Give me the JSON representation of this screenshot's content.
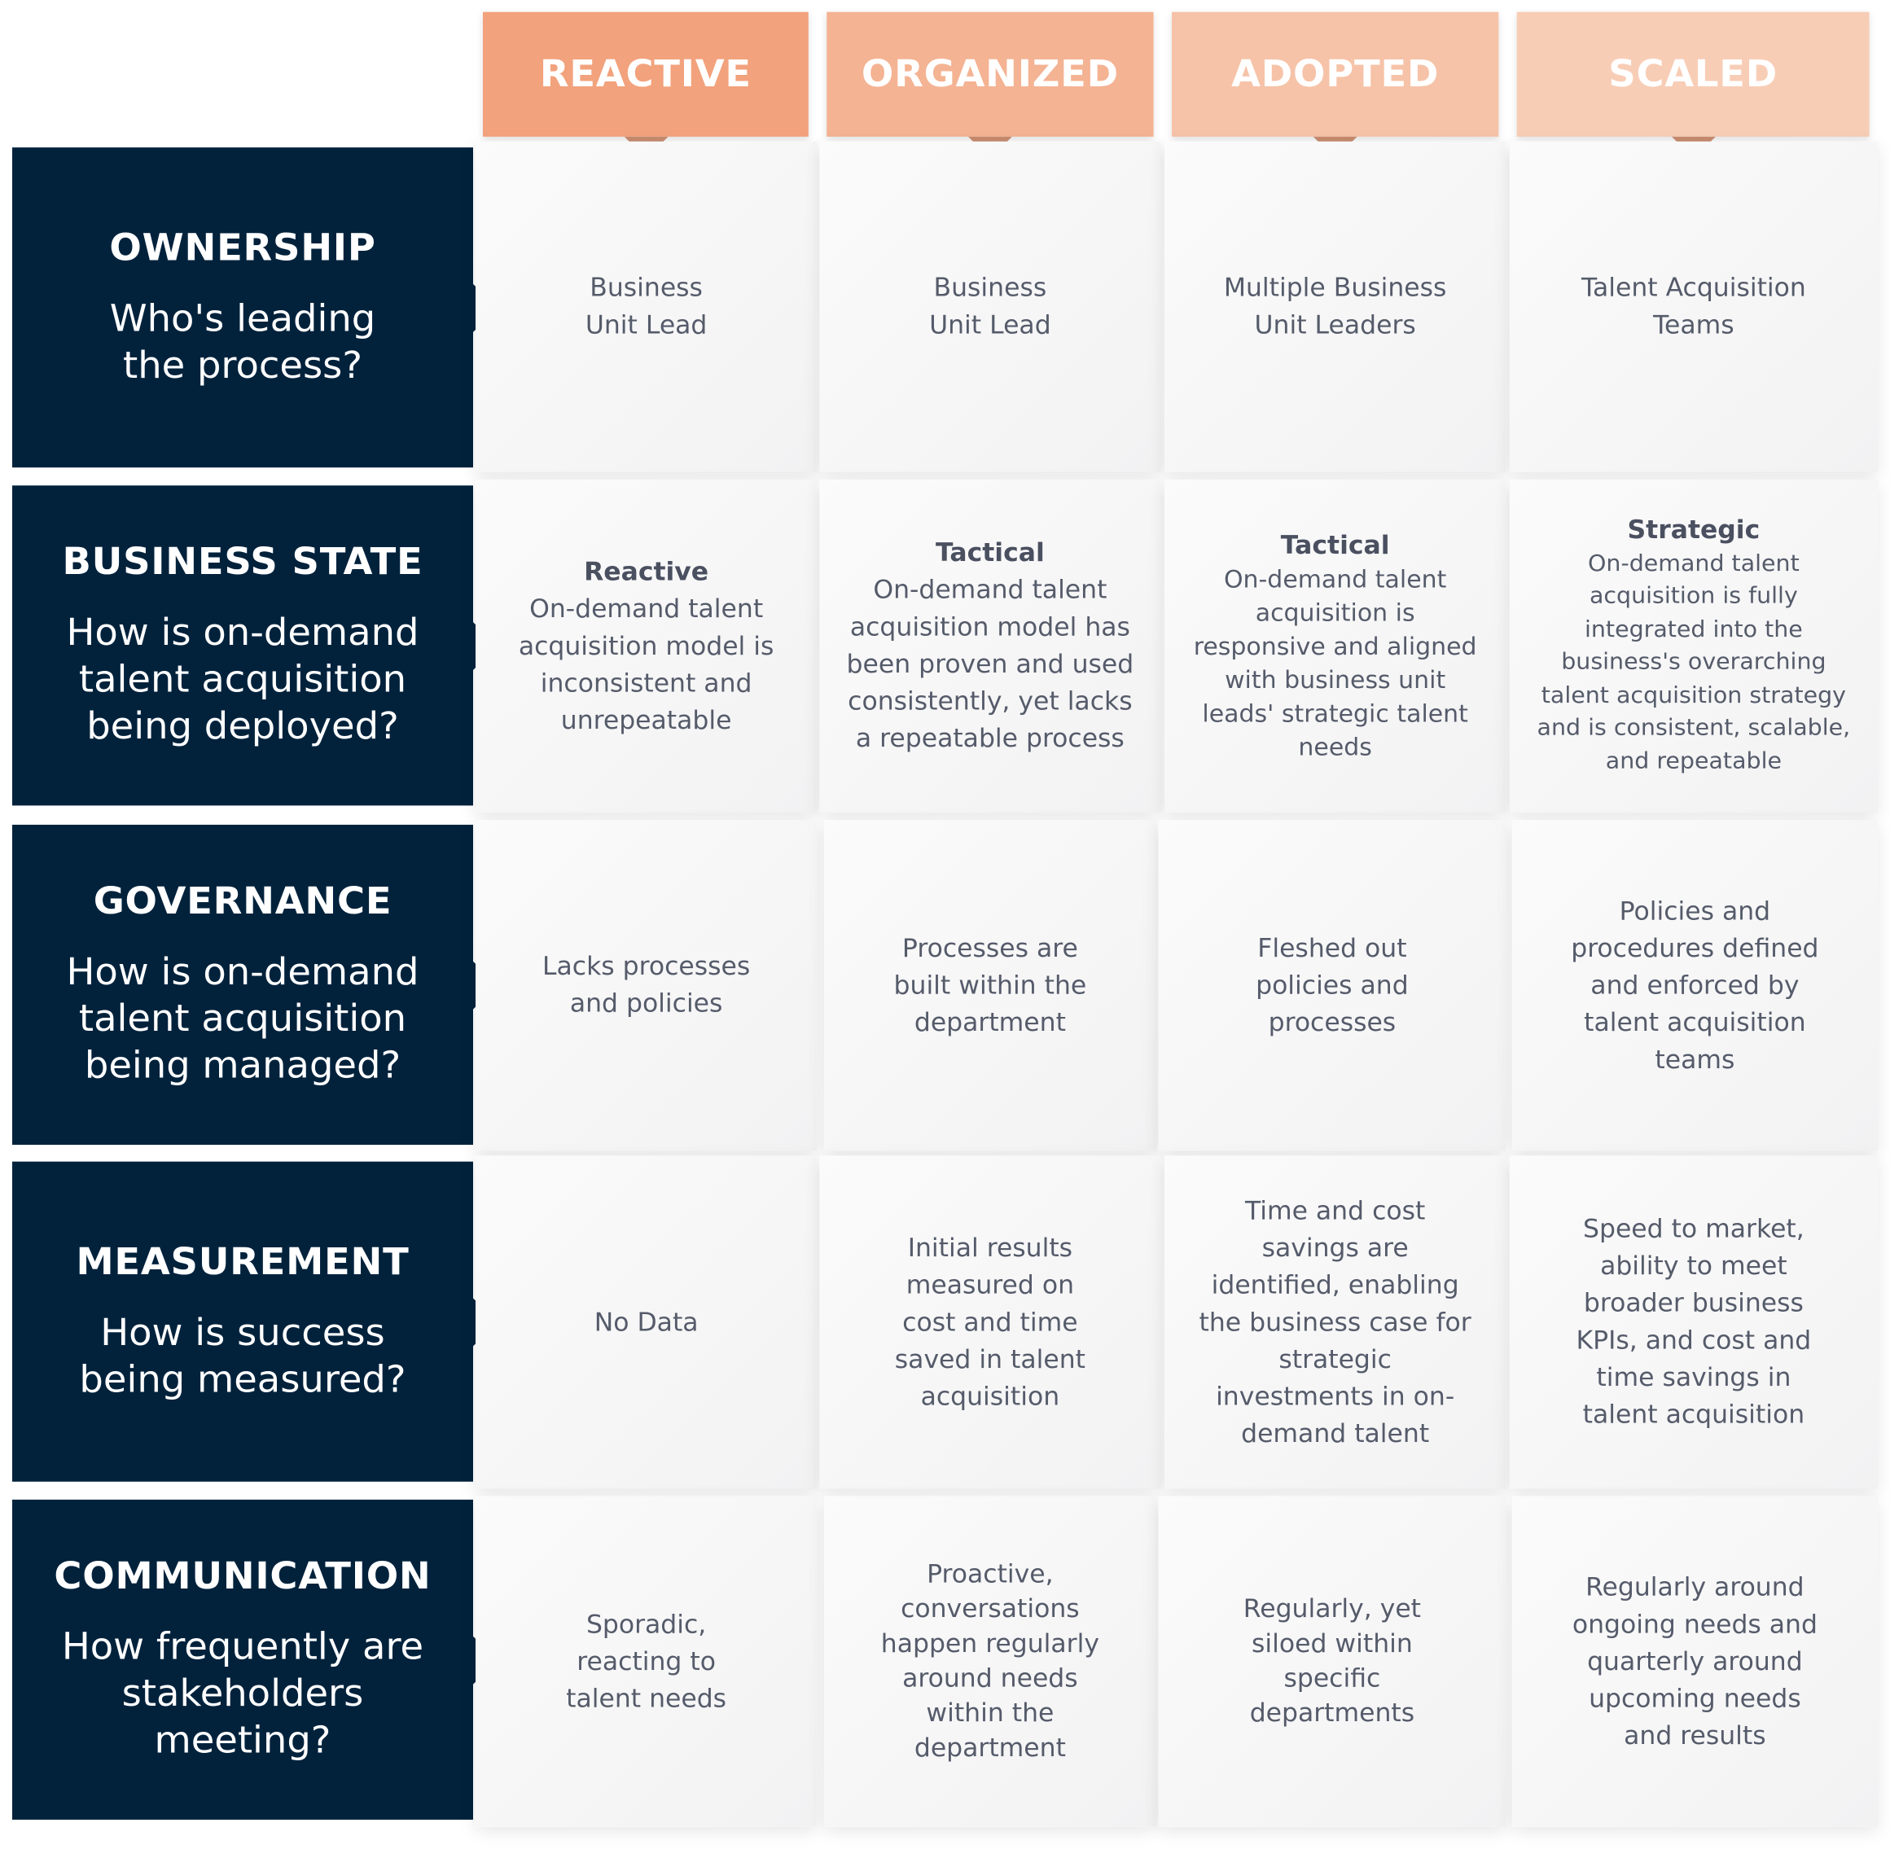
{
  "columns": [
    {
      "label": "REACTIVE",
      "color": "#f2a27c"
    },
    {
      "label": "ORGANIZED",
      "color": "#f4b393"
    },
    {
      "label": "ADOPTED",
      "color": "#f6c3a8"
    },
    {
      "label": "SCALED",
      "color": "#f8cdb6"
    }
  ],
  "rows": [
    {
      "title": "OWNERSHIP",
      "question": "Who's leading the process?",
      "cells": [
        {
          "lead": "",
          "text": "Business Unit Lead"
        },
        {
          "lead": "",
          "text": "Business Unit Lead"
        },
        {
          "lead": "",
          "text": "Multiple Business Unit Leaders"
        },
        {
          "lead": "",
          "text": "Talent Acquisition Teams"
        }
      ]
    },
    {
      "title": "BUSINESS STATE",
      "question": "How is on-demand talent acquisition being deployed?",
      "cells": [
        {
          "lead": "Reactive",
          "text": "On-demand talent acquisition model is inconsistent and unrepeatable"
        },
        {
          "lead": "Tactical",
          "text": "On-demand talent acquisition model has been proven and used consistently, yet lacks a repeatable process"
        },
        {
          "lead": "Tactical",
          "text": "On-demand talent acquisition is responsive and aligned with business unit leads' strategic talent needs"
        },
        {
          "lead": "Strategic",
          "text": "On-demand talent acquisition is fully integrated into the business's overarching talent acquisition strategy and is consistent, scalable, and repeatable"
        }
      ]
    },
    {
      "title": "GOVERNANCE",
      "question": "How is on-demand talent acquisition being managed?",
      "cells": [
        {
          "lead": "",
          "text": "Lacks processes and policies"
        },
        {
          "lead": "",
          "text": "Processes are built within the department"
        },
        {
          "lead": "",
          "text": "Fleshed out policies and processes"
        },
        {
          "lead": "",
          "text": "Policies and procedures defined and enforced by talent acquisition teams"
        }
      ]
    },
    {
      "title": "MEASUREMENT",
      "question": "How is success being measured?",
      "cells": [
        {
          "lead": "",
          "text": "No Data"
        },
        {
          "lead": "",
          "text": "Initial results measured on cost and time saved in talent acquisition"
        },
        {
          "lead": "",
          "text": "Time and cost savings are identified, enabling the business case for strategic investments in on-demand talent"
        },
        {
          "lead": "",
          "text": "Speed to market, ability to meet broader business KPIs, and cost and time savings in talent acquisition"
        }
      ]
    },
    {
      "title": "COMMUNICATION",
      "question": "How frequently are stakeholders meeting?",
      "cells": [
        {
          "lead": "",
          "text": "Sporadic, reacting to talent needs"
        },
        {
          "lead": "",
          "text": "Proactive, conversations happen regularly around needs within the department"
        },
        {
          "lead": "",
          "text": "Regularly, yet siloed within specific departments"
        },
        {
          "lead": "",
          "text": "Regularly around ongoing needs and quarterly around upcoming needs and results"
        }
      ]
    }
  ]
}
